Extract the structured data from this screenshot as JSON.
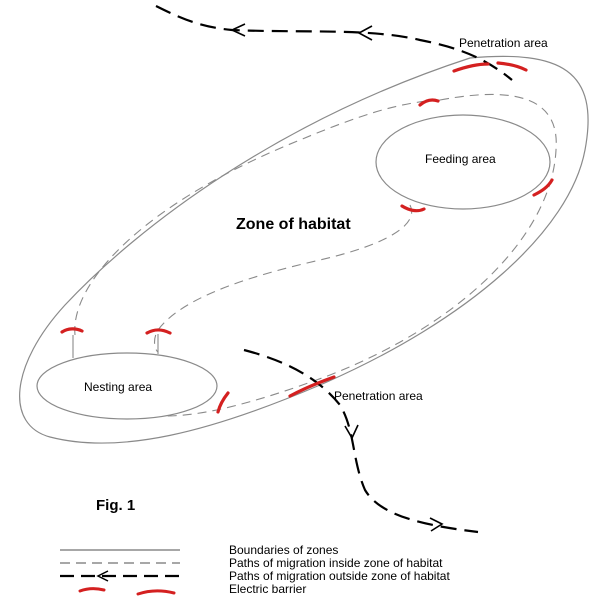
{
  "diagram": {
    "zone_title": "Zone of habitat",
    "feeding_label": "Feeding area",
    "nesting_label": "Nesting area",
    "penetration_top_label": "Penetration area",
    "penetration_bottom_label": "Penetration area",
    "figure_label": "Fig. 1"
  },
  "legend": {
    "items": [
      {
        "label": "Boundaries of  zones"
      },
      {
        "label": "Paths of migration inside zone of habitat"
      },
      {
        "label": "Paths of migration outside zone of habitat"
      },
      {
        "label": "Electric barrier"
      }
    ]
  },
  "colors": {
    "boundary": "#8a8a8a",
    "inner_path": "#8a8a8a",
    "outer_path": "#000000",
    "barrier": "#d42020",
    "background": "#ffffff"
  }
}
